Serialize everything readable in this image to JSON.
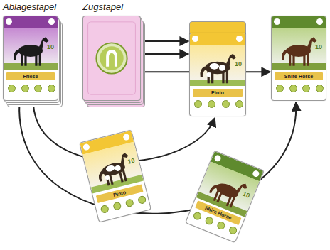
{
  "diagram": {
    "nodes": [
      {
        "text": [
          "Ablagestapel",
          "Friese",
          "10"
        ]
      },
      {
        "text": [
          "Zugstapel"
        ]
      },
      {
        "text": [
          "Pinto",
          "10"
        ]
      },
      {
        "text": [
          "Shire Horse",
          "10"
        ]
      },
      {
        "text": [
          "Pinto",
          "10"
        ]
      },
      {
        "text": [
          "Shire Horse",
          "10"
        ]
      }
    ],
    "edges": [
      {
        "from": 1,
        "to": 2,
        "arrow": "to"
      },
      {
        "from": 1,
        "to": 2,
        "arrow": "to"
      },
      {
        "from": 1,
        "to": 3,
        "arrow": "to"
      },
      {
        "from": 0,
        "to": 2,
        "arrow": "to"
      },
      {
        "from": 0,
        "to": 3,
        "arrow": "to"
      }
    ]
  }
}
